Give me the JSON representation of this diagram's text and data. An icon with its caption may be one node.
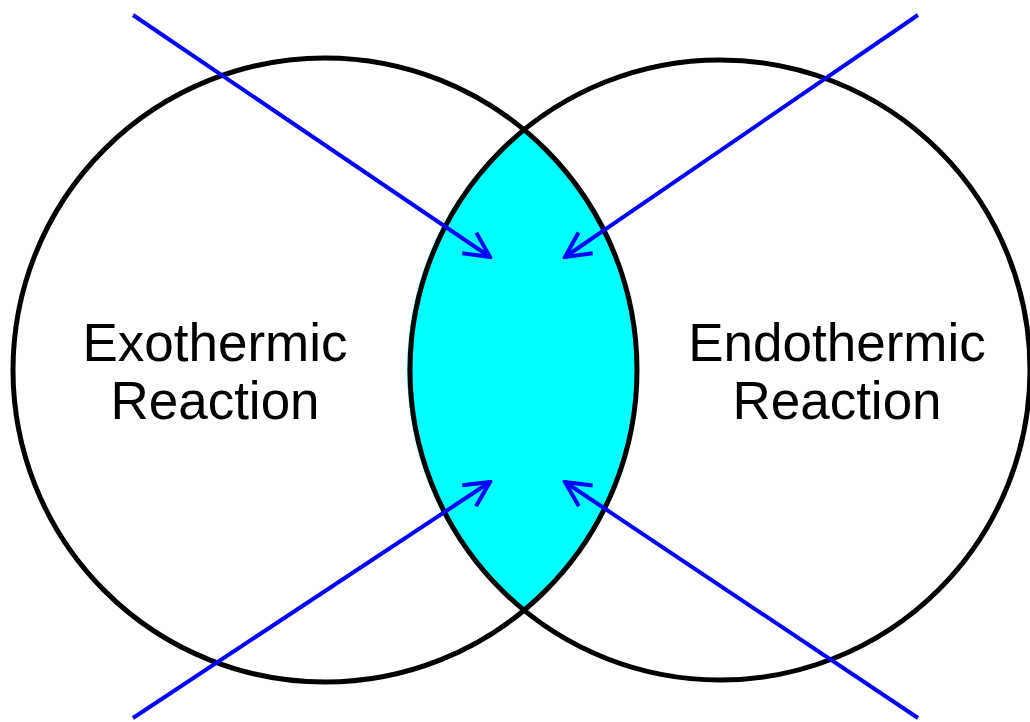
{
  "diagram": {
    "nodes": [
      {
        "text": [
          "Exothermic Reaction"
        ]
      },
      {
        "text": [
          "Endothermic Reaction"
        ]
      },
      {
        "text": [],
        "shape": "lens"
      }
    ],
    "edges": [
      {
        "from": null,
        "to": 2,
        "arrow": "to",
        "color": "#0000ff"
      },
      {
        "from": null,
        "to": 2,
        "arrow": "to",
        "color": "#0000ff"
      },
      {
        "from": null,
        "to": 2,
        "arrow": "to",
        "color": "#0000ff"
      },
      {
        "from": null,
        "to": 2,
        "arrow": "to",
        "color": "#0000ff"
      }
    ]
  }
}
